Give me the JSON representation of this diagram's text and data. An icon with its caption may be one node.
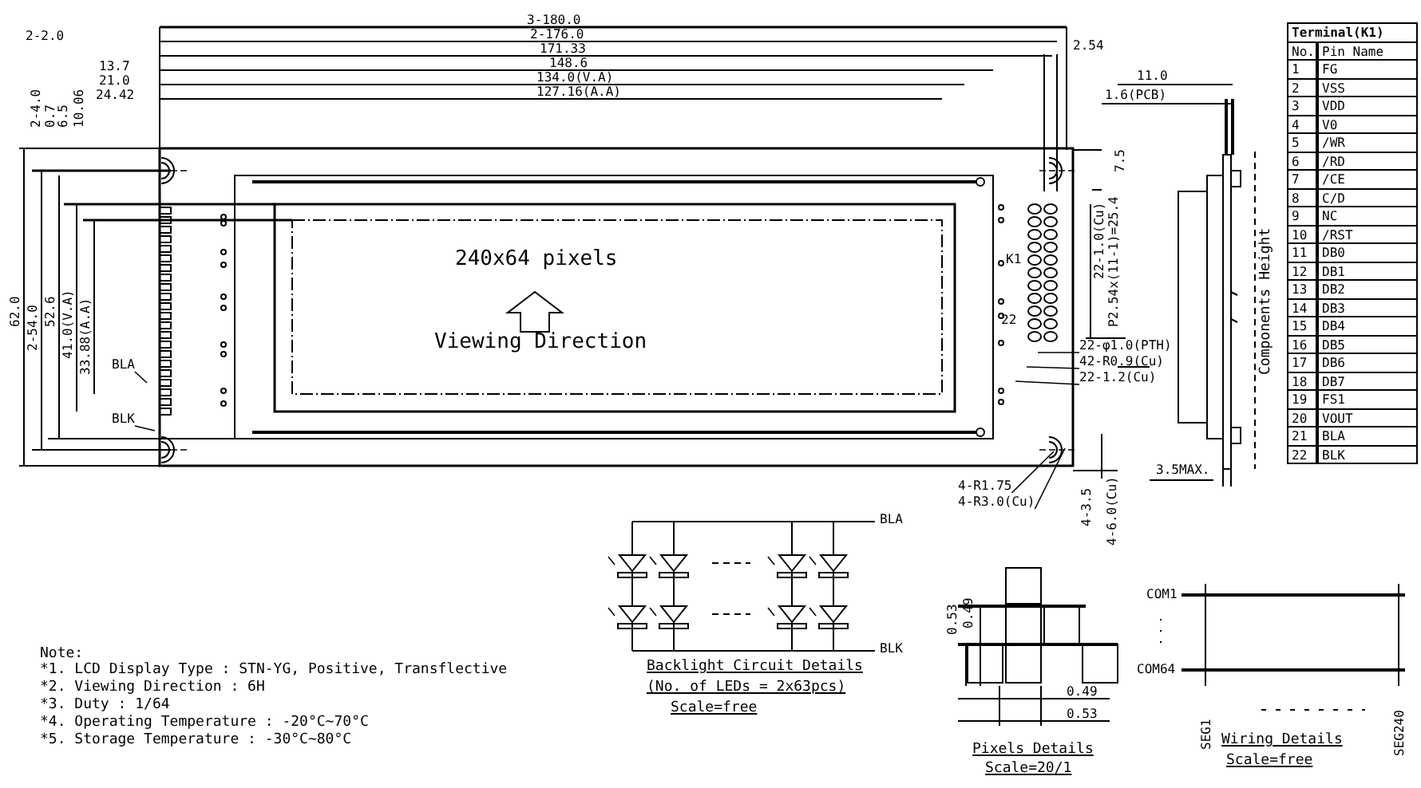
{
  "diagram": {
    "nodes": [
      {
        "text": [
          "BLA"
        ]
      },
      {
        "text": [
          "BLK"
        ]
      },
      {
        "text": [
          "4-R1.75"
        ]
      },
      {
        "text": [
          "4-R3.0(Cu)"
        ]
      },
      {
        "text": [
          "22-φ1.0(PTH)"
        ]
      },
      {
        "text": [
          "42-R0.9(Cu)"
        ]
      },
      {
        "text": [
          "22-1.2(Cu)"
        ]
      }
    ],
    "edges": [
      {
        "from": 0,
        "to": null,
        "arrow": "none"
      },
      {
        "from": 1,
        "to": null,
        "arrow": "none"
      },
      {
        "from": 2,
        "to": null,
        "arrow": "none"
      },
      {
        "from": 3,
        "to": null,
        "arrow": "none"
      },
      {
        "from": 4,
        "to": null,
        "arrow": "none"
      },
      {
        "from": 5,
        "to": null,
        "arrow": "none"
      },
      {
        "from": 6,
        "to": null,
        "arrow": "none"
      }
    ],
    "labels": [
      "2-2.0",
      "13.7",
      "21.0",
      "24.42",
      "3-180.0",
      "2-176.0",
      "171.33",
      "148.6",
      "134.0(V.A)",
      "127.16(A.A)",
      "2.54",
      "2-4.0",
      "0.7",
      "6.5",
      "10.06",
      "62.0",
      "2-54.0",
      "52.6",
      "41.0(V.A)",
      "33.88(A.A)",
      "240x64 pixels",
      "Viewing Direction",
      "K1",
      "22",
      "22-1.0(Cu)",
      "P2.54x(11-1)=25.4",
      "7.5",
      "11.0",
      "1.6(PCB)",
      "Components Height",
      "4-3.5",
      "4-6.0(Cu)",
      "3.5MAX.",
      "Terminal(K1)",
      "No.",
      "Pin Name",
      "1",
      "FG",
      "2",
      "VSS",
      "3",
      "VDD",
      "4",
      "V0",
      "5",
      "/WR",
      "6",
      "/RD",
      "7",
      "/CE",
      "8",
      "C/D",
      "9",
      "NC",
      "10",
      "/RST",
      "11",
      "DB0",
      "12",
      "DB1",
      "13",
      "DB2",
      "14",
      "DB3",
      "15",
      "DB4",
      "16",
      "DB5",
      "17",
      "DB6",
      "18",
      "DB7",
      "19",
      "FS1",
      "20",
      "VOUT",
      "21",
      "BLA",
      "22",
      "BLK",
      "Note:",
      "*1. LCD Display Type : STN-YG, Positive, Transflective",
      "*2. Viewing Direction : 6H",
      "*3. Duty : 1/64",
      "*4. Operating Temperature : -20°C~70°C",
      "*5. Storage Temperature : -30°C~80°C",
      "BLA",
      "BLK",
      "Backlight Circuit Details",
      "(No. of LEDs = 2x63pcs)",
      "Scale=free",
      "0.53",
      "0.49",
      "0.49",
      "0.53",
      "Pixels Details",
      "Scale=20/1",
      "COM1",
      "COM64",
      "SEG1",
      "SEG240",
      "Wiring Details",
      "Scale=free"
    ]
  }
}
